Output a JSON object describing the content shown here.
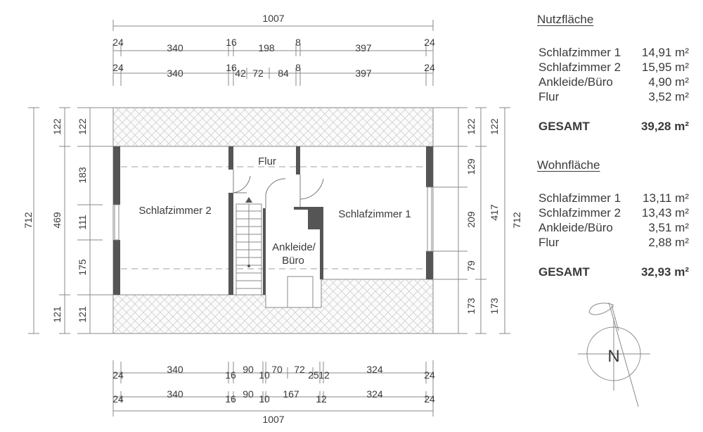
{
  "dimensions": {
    "top_total": "1007",
    "top_row1": [
      "24",
      "340",
      "16",
      "198",
      "8",
      "397",
      "24"
    ],
    "top_row2": [
      "24",
      "340",
      "16",
      "42",
      "72",
      "84",
      "8",
      "397",
      "24"
    ],
    "bottom_row1": [
      "24",
      "340",
      "16",
      "90",
      "10",
      "70",
      "72",
      "25",
      "12",
      "324",
      "24"
    ],
    "bottom_row2": [
      "24",
      "340",
      "16",
      "90",
      "10",
      "167",
      "12",
      "324",
      "24"
    ],
    "bottom_total": "1007",
    "left_total": "712",
    "left_outer": [
      "122",
      "469",
      "121"
    ],
    "left_inner": [
      "122",
      "183",
      "111",
      "175",
      "121"
    ],
    "right_inner": [
      "122",
      "129",
      "209",
      "79",
      "173"
    ],
    "right_outer": [
      "122",
      "417",
      "173"
    ],
    "right_total": "712"
  },
  "rooms": {
    "flur": "Flur",
    "schlafzimmer2": "Schlafzimmer 2",
    "schlafzimmer1": "Schlafzimmer 1",
    "ankleide_line1": "Ankleide/",
    "ankleide_line2": "Büro"
  },
  "nutzflaeche": {
    "heading": "Nutzfläche",
    "items": [
      {
        "label": "Schlafzimmer 1",
        "value": "14,91 m²"
      },
      {
        "label": "Schlafzimmer 2",
        "value": "15,95 m²"
      },
      {
        "label": "Ankleide/Büro",
        "value": "4,90 m²"
      },
      {
        "label": "Flur",
        "value": "3,52 m²"
      }
    ],
    "total_label": "GESAMT",
    "total_value": "39,28 m²"
  },
  "wohnflaeche": {
    "heading": "Wohnfläche",
    "items": [
      {
        "label": "Schlafzimmer 1",
        "value": "13,11 m²"
      },
      {
        "label": "Schlafzimmer 2",
        "value": "13,43 m²"
      },
      {
        "label": "Ankleide/Büro",
        "value": "3,51 m²"
      },
      {
        "label": "Flur",
        "value": "2,88 m²"
      }
    ],
    "total_label": "GESAMT",
    "total_value": "32,93 m²"
  },
  "compass": {
    "label": "N"
  }
}
